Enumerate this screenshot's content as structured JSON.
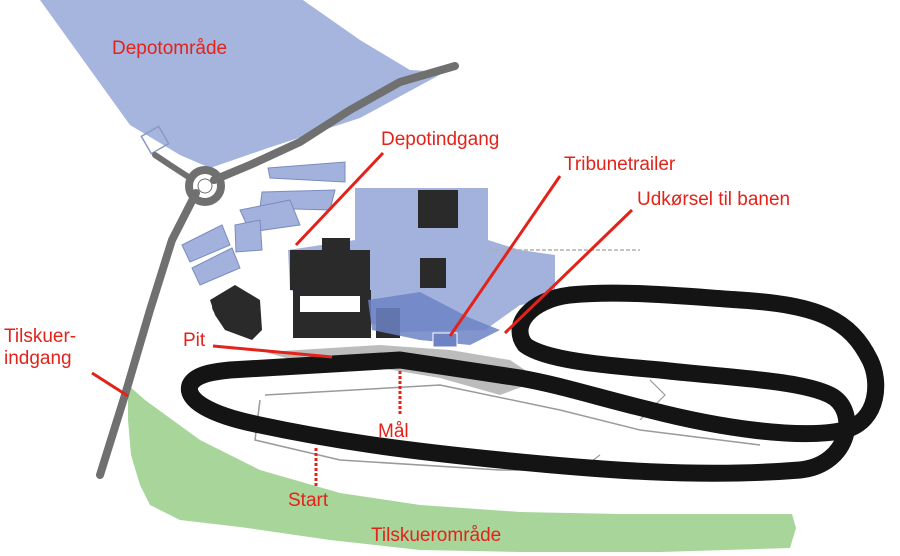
{
  "labels": {
    "depot_area": "Depotområde",
    "depot_entrance": "Depotindgang",
    "grandstand_trailer": "Tribunetrailer",
    "track_exit": "Udkørsel til banen",
    "spectator_entrance_line1": "Tilskuer-",
    "spectator_entrance_line2": "indgang",
    "pit": "Pit",
    "finish": "Mål",
    "start": "Start",
    "spectator_area": "Tilskuerområde"
  },
  "colors": {
    "label_text": "#e2231a",
    "leader_line": "#e2231a",
    "depot_area_fill": "#a6b5de",
    "buildings_fill": "#a3b2dc",
    "pit_overlay_fill": "#6d83c4",
    "spectator_area_fill": "#a8d59a",
    "road": "#707070",
    "track": "#141414",
    "dark_buildings": "#2a2a2a",
    "paved_area": "#bcbcbc"
  }
}
